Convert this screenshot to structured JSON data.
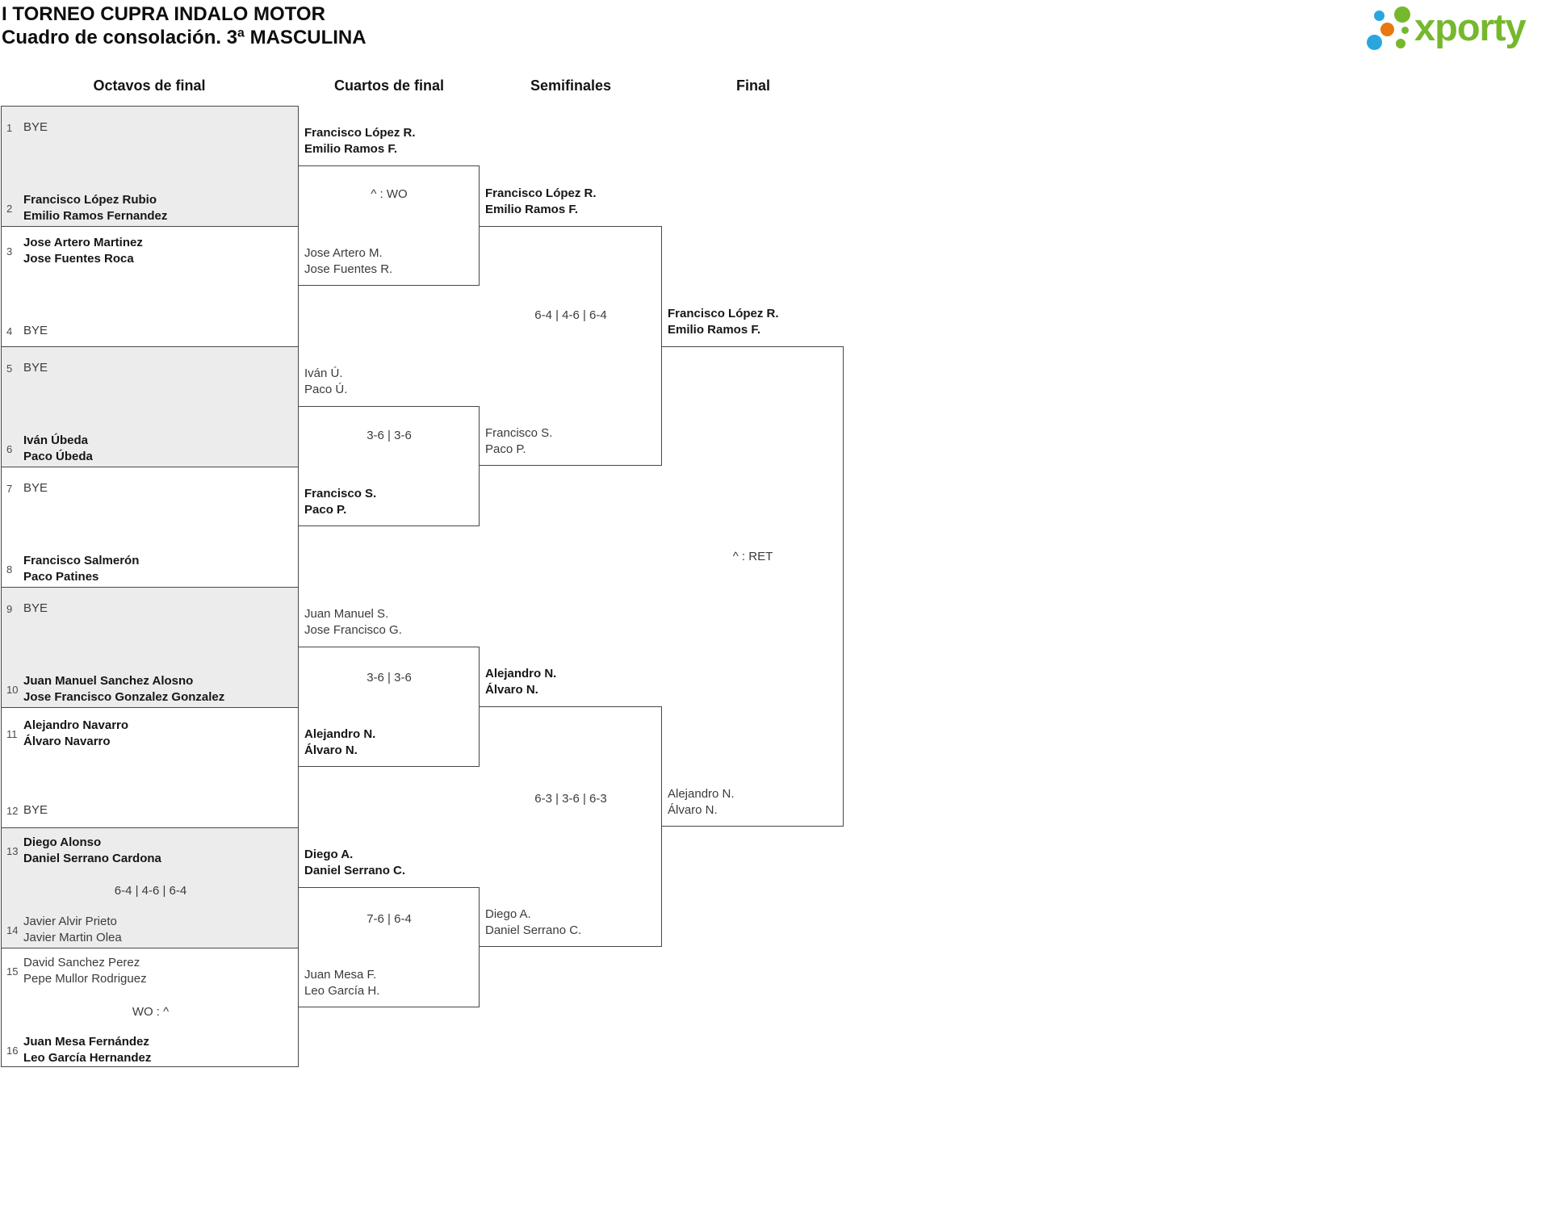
{
  "title": "I TORNEO CUPRA INDALO MOTOR",
  "subtitle": "Cuadro de consolación. 3ª MASCULINA",
  "logo": {
    "text": "xporty",
    "green": "#76b82d",
    "blue": "#2aa6df",
    "orange": "#e8780f"
  },
  "round_headers": [
    "Octavos de final",
    "Cuartos de final",
    "Semifinales",
    "Final"
  ],
  "colors": {
    "box_fill_alt": "#ececec",
    "border": "#474747"
  },
  "octavos": {
    "slots": [
      {
        "seed": "1",
        "lines": [
          "BYE"
        ]
      },
      {
        "seed": "2",
        "lines": [
          "Francisco López Rubio",
          "Emilio Ramos Fernandez"
        ],
        "winner": true
      },
      {
        "seed": "3",
        "lines": [
          "Jose Artero Martinez",
          "Jose Fuentes Roca"
        ],
        "winner": true
      },
      {
        "seed": "4",
        "lines": [
          "BYE"
        ]
      },
      {
        "seed": "5",
        "lines": [
          "BYE"
        ]
      },
      {
        "seed": "6",
        "lines": [
          "Iván Úbeda",
          "Paco Úbeda"
        ],
        "winner": true
      },
      {
        "seed": "7",
        "lines": [
          "BYE"
        ]
      },
      {
        "seed": "8",
        "lines": [
          "Francisco Salmerón",
          "Paco Patines"
        ],
        "winner": true
      },
      {
        "seed": "9",
        "lines": [
          "BYE"
        ]
      },
      {
        "seed": "10",
        "lines": [
          "Juan Manuel Sanchez Alosno",
          "Jose Francisco Gonzalez Gonzalez"
        ],
        "winner": true
      },
      {
        "seed": "11",
        "lines": [
          "Alejandro Navarro",
          "Álvaro Navarro"
        ],
        "winner": true
      },
      {
        "seed": "12",
        "lines": [
          "BYE"
        ]
      },
      {
        "seed": "13",
        "lines": [
          "Diego Alonso",
          "Daniel Serrano Cardona"
        ],
        "winner": true
      },
      {
        "seed": "14",
        "lines": [
          "Javier Alvir Prieto",
          "Javier Martin Olea"
        ]
      },
      {
        "seed": "15",
        "lines": [
          "David Sanchez Perez",
          "Pepe Mullor Rodriguez"
        ]
      },
      {
        "seed": "16",
        "lines": [
          "Juan Mesa Fernández",
          "Leo García Hernandez"
        ],
        "winner": true
      }
    ],
    "scores": [
      "6-4 | 4-6 | 6-4",
      "WO : ^"
    ]
  },
  "cuartos": {
    "entries": [
      {
        "lines": [
          "Francisco López R.",
          "Emilio Ramos F."
        ],
        "winner": true
      },
      {
        "lines": [
          "Jose Artero M.",
          "Jose Fuentes R."
        ]
      },
      {
        "lines": [
          "Iván Ú.",
          "Paco Ú."
        ]
      },
      {
        "lines": [
          "Francisco S.",
          "Paco P."
        ],
        "winner": true
      },
      {
        "lines": [
          "Juan Manuel S.",
          "Jose Francisco G."
        ]
      },
      {
        "lines": [
          "Alejandro N.",
          "Álvaro N."
        ],
        "winner": true
      },
      {
        "lines": [
          "Diego A.",
          "Daniel Serrano C."
        ],
        "winner": true
      },
      {
        "lines": [
          "Juan Mesa F.",
          "Leo García H."
        ]
      }
    ],
    "scores": [
      "^ : WO",
      "3-6 | 3-6",
      "3-6 | 3-6",
      "7-6 | 6-4"
    ]
  },
  "semifinales": {
    "entries": [
      {
        "lines": [
          "Francisco López R.",
          "Emilio Ramos F."
        ],
        "winner": true
      },
      {
        "lines": [
          "Francisco S.",
          "Paco P."
        ]
      },
      {
        "lines": [
          "Alejandro N.",
          "Álvaro N."
        ],
        "winner": true
      },
      {
        "lines": [
          "Diego A.",
          "Daniel Serrano C."
        ]
      }
    ],
    "scores": [
      "6-4 | 4-6 | 6-4",
      "6-3 | 3-6 | 6-3"
    ]
  },
  "final": {
    "entries": [
      {
        "lines": [
          "Francisco López R.",
          "Emilio Ramos F."
        ],
        "winner": true
      },
      {
        "lines": [
          "Alejandro N.",
          "Álvaro N."
        ]
      }
    ],
    "score": "^ : RET"
  }
}
